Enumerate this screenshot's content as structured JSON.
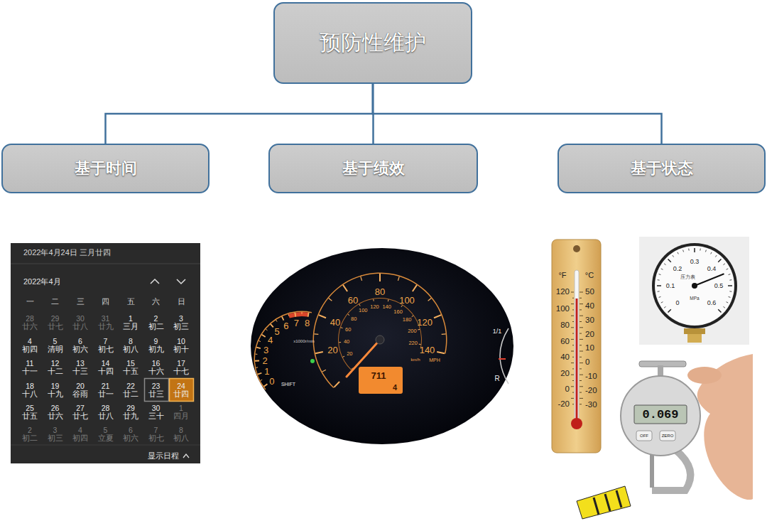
{
  "diagram": {
    "nodes": [
      {
        "text": [
          "预防性维护"
        ]
      },
      {
        "text": [
          "基于时间"
        ]
      },
      {
        "text": [
          "基于绩效"
        ]
      },
      {
        "text": [
          "基于状态"
        ]
      }
    ],
    "edges": [
      {
        "from": 0,
        "to": 1,
        "arrow": "none"
      },
      {
        "from": 0,
        "to": 2,
        "arrow": "none"
      },
      {
        "from": 0,
        "to": 3,
        "arrow": "none"
      }
    ],
    "labels": [
      "2022年4月24日 三月廿四",
      "2022年4月",
      "一",
      "二",
      "三",
      "四",
      "五",
      "六",
      "日",
      "28 廿六",
      "29 廿七",
      "30 廿八",
      "31 廿九",
      "1 三月",
      "2 初二",
      "3 初三",
      "4 初四",
      "5 清明",
      "6 初六",
      "7 初七",
      "8 初八",
      "9 初九",
      "10 初十",
      "11 十一",
      "12 十二",
      "13 十三",
      "14 十四",
      "15 十五",
      "16 十六",
      "17 十七",
      "18 十八",
      "19 十九",
      "20 谷雨",
      "21 廿一",
      "22 廿二",
      "23 廿三",
      "24 廿四",
      "25 廿五",
      "26 廿六",
      "27 廿七",
      "28 廿八",
      "29 廿九",
      "30 三十",
      "1 四月",
      "2 初二",
      "3 初三",
      "4 初四",
      "5 立夏",
      "6 初六",
      "7 初七",
      "8 初八",
      "显示日程",
      "0",
      "1",
      "2",
      "3",
      "4",
      "5",
      "6",
      "7",
      "8",
      "x1000r/min",
      "SHIFT",
      "20",
      "40",
      "60",
      "80",
      "100",
      "120",
      "140",
      "MPH",
      "20",
      "40",
      "60",
      "80",
      "100",
      "120",
      "140",
      "160",
      "180",
      "200",
      "220",
      "km/h",
      "711",
      "4",
      "1/1",
      "R",
      "°F",
      "°C",
      "120",
      "100",
      "80",
      "60",
      "40",
      "20",
      "0",
      "-20",
      "50",
      "40",
      "30",
      "20",
      "10",
      "0",
      "-10",
      "-20",
      "-30",
      "0",
      "0.1",
      "0.2",
      "0.3",
      "0.4",
      "0.5",
      "0.6",
      "压力表",
      "MPa",
      "0.069",
      "OFF",
      "ZERO"
    ]
  }
}
